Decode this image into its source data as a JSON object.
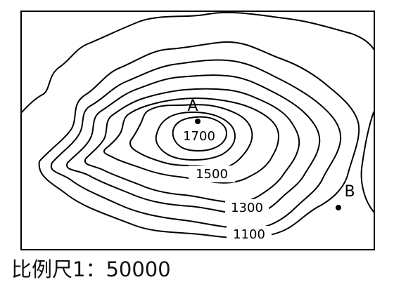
{
  "map": {
    "contour_labels": [
      "1700",
      "1500",
      "1300",
      "1100"
    ],
    "points": [
      {
        "id": "A",
        "label": "A"
      },
      {
        "id": "B",
        "label": "B"
      }
    ],
    "colors": {
      "line": "#000000",
      "background": "#ffffff"
    }
  },
  "scale": {
    "text": "比例尺1：50000"
  }
}
